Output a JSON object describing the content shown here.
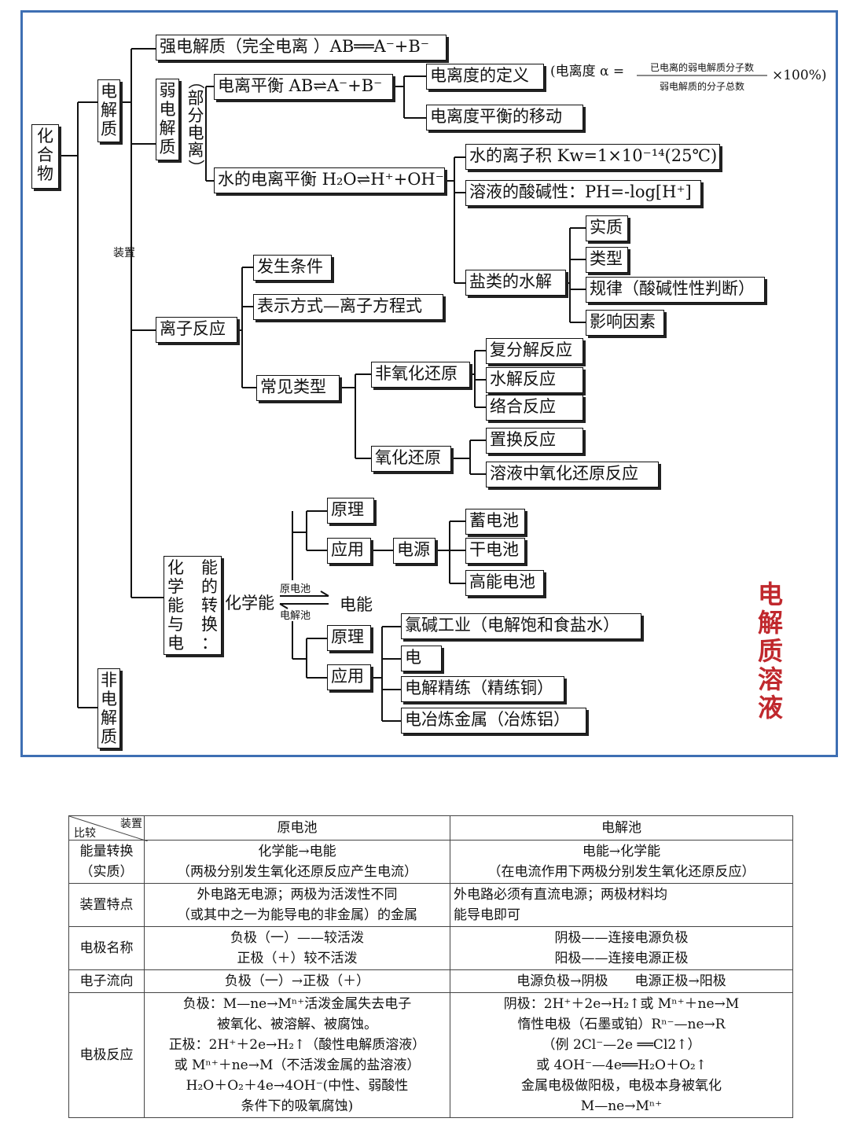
{
  "diagram": {
    "root": [
      "化",
      "合",
      "物"
    ],
    "electrolyte": [
      "电",
      "解",
      "质"
    ],
    "non_electrolyte": [
      "非",
      "电",
      "解",
      "质"
    ],
    "weak_electrolyte": [
      "弱",
      "电",
      "解",
      "质"
    ],
    "partial": [
      "（",
      "部",
      "分",
      "电",
      "离",
      "）"
    ],
    "strong": "强电解质（完全电离 ）AB══A⁻+B⁻",
    "ion_balance": "电离平衡 AB⇌A⁻+B⁻",
    "degree_def": "电离度的定义",
    "degree_formula": {
      "prefix": "(电离度 α =",
      "numerator": "已电离的弱电解质分子数",
      "denominator": "弱电解质的分子总数",
      "suffix": "×100%)"
    },
    "degree_shift": "电离度平衡的移动",
    "water_balance": "水的电离平衡 H₂O⇌H⁺+OH⁻",
    "kw": "水的离子积 Kw=1×10⁻¹⁴(25℃)",
    "ph": "溶液的酸碱性：PH=-log[H⁺]",
    "hydrolysis": "盐类的水解",
    "essence": "实质",
    "type": "类型",
    "rule": "规律（酸碱性性判断）",
    "factors": "影响因素",
    "device_label": "装置",
    "ion_reaction": "离子反应",
    "conditions": "发生条件",
    "expression": "表示方式—离子方程式",
    "common_types": "常见类型",
    "non_redox": "非氧化还原",
    "double_decomp": "复分解反应",
    "hydrolysis_rxn": "水解反应",
    "complex_rxn": "络合反应",
    "redox": "氧化还原",
    "displacement": "置换反应",
    "solution_redox": "溶液中氧化还原反应",
    "energy_conv_a": [
      "化",
      "学",
      "能",
      "与",
      "电"
    ],
    "energy_conv_b": [
      "能",
      "的",
      "转",
      "换",
      "："
    ],
    "chem_energy": "化学能",
    "galvanic_label": "原电池",
    "electrolytic_label": "电解池",
    "electric_energy": "电能",
    "principle1": "原理",
    "application1": "应用",
    "power_source": "电源",
    "battery1": "蓄电池",
    "battery2": "干电池",
    "battery3": "高能电池",
    "principle2": "原理",
    "application2": "应用",
    "chlor_alkali": "氯碱工业（电解饱和食盐水）",
    "electro": "电",
    "refining": "电解精练（精练铜）",
    "smelting": "电冶炼金属（冶炼铝）",
    "side_title": [
      "电",
      "解",
      "质",
      "溶",
      "液"
    ]
  },
  "table": {
    "header": {
      "compare": "比较",
      "device": "装置",
      "col1": "原电池",
      "col2": "电解池"
    },
    "rows": [
      {
        "label": "能量转换\n（实质）",
        "c1": "化学能→电能\n（两极分别发生氧化还原反应产生电流）",
        "c2": "电能→化学能\n（在电流作用下两极分别发生氧化还原反应）"
      },
      {
        "label": "装置特点",
        "c1": "外电路无电源；两极为活泼性不同\n（或其中之一为能导电的非金属）的金属",
        "c2": "外电路必须有直流电源；两极材料均\n能导电即可"
      },
      {
        "label": "电极名称",
        "c1": "负极（一）——较活泼\n正极（＋）较不活泼",
        "c2": "阴极——连接电源负极\n阳极——连接电源正极"
      },
      {
        "label": "电子流向",
        "c1": "负极（一）→正极（＋）",
        "c2": "电源负极→阴极　　电源正极→阳极"
      },
      {
        "label": "电极反应",
        "c1": "负极：M—ne→Mⁿ⁺活泼金属失去电子\n被氧化、被溶解、被腐蚀。\n正极：2H⁺＋2e→H₂↑（酸性电解质溶液）\n或 Mⁿ⁺＋ne→M（不活泼金属的盐溶液）\nH₂O＋O₂＋4e→4OH⁻(中性、弱酸性\n条件下的吸氧腐蚀)",
        "c2": "阴极：2H⁺＋2e→H₂↑或 Mⁿ⁺＋ne→M\n惰性电极（石墨或铂）Rⁿ⁻—ne→R\n（例 2Cl⁻—2e ══Cl2↑）\n或 4OH⁻—4e══H₂O＋O₂↑\n金属电极做阳极，电极本身被氧化\nM—ne→Mⁿ⁺"
      }
    ]
  }
}
